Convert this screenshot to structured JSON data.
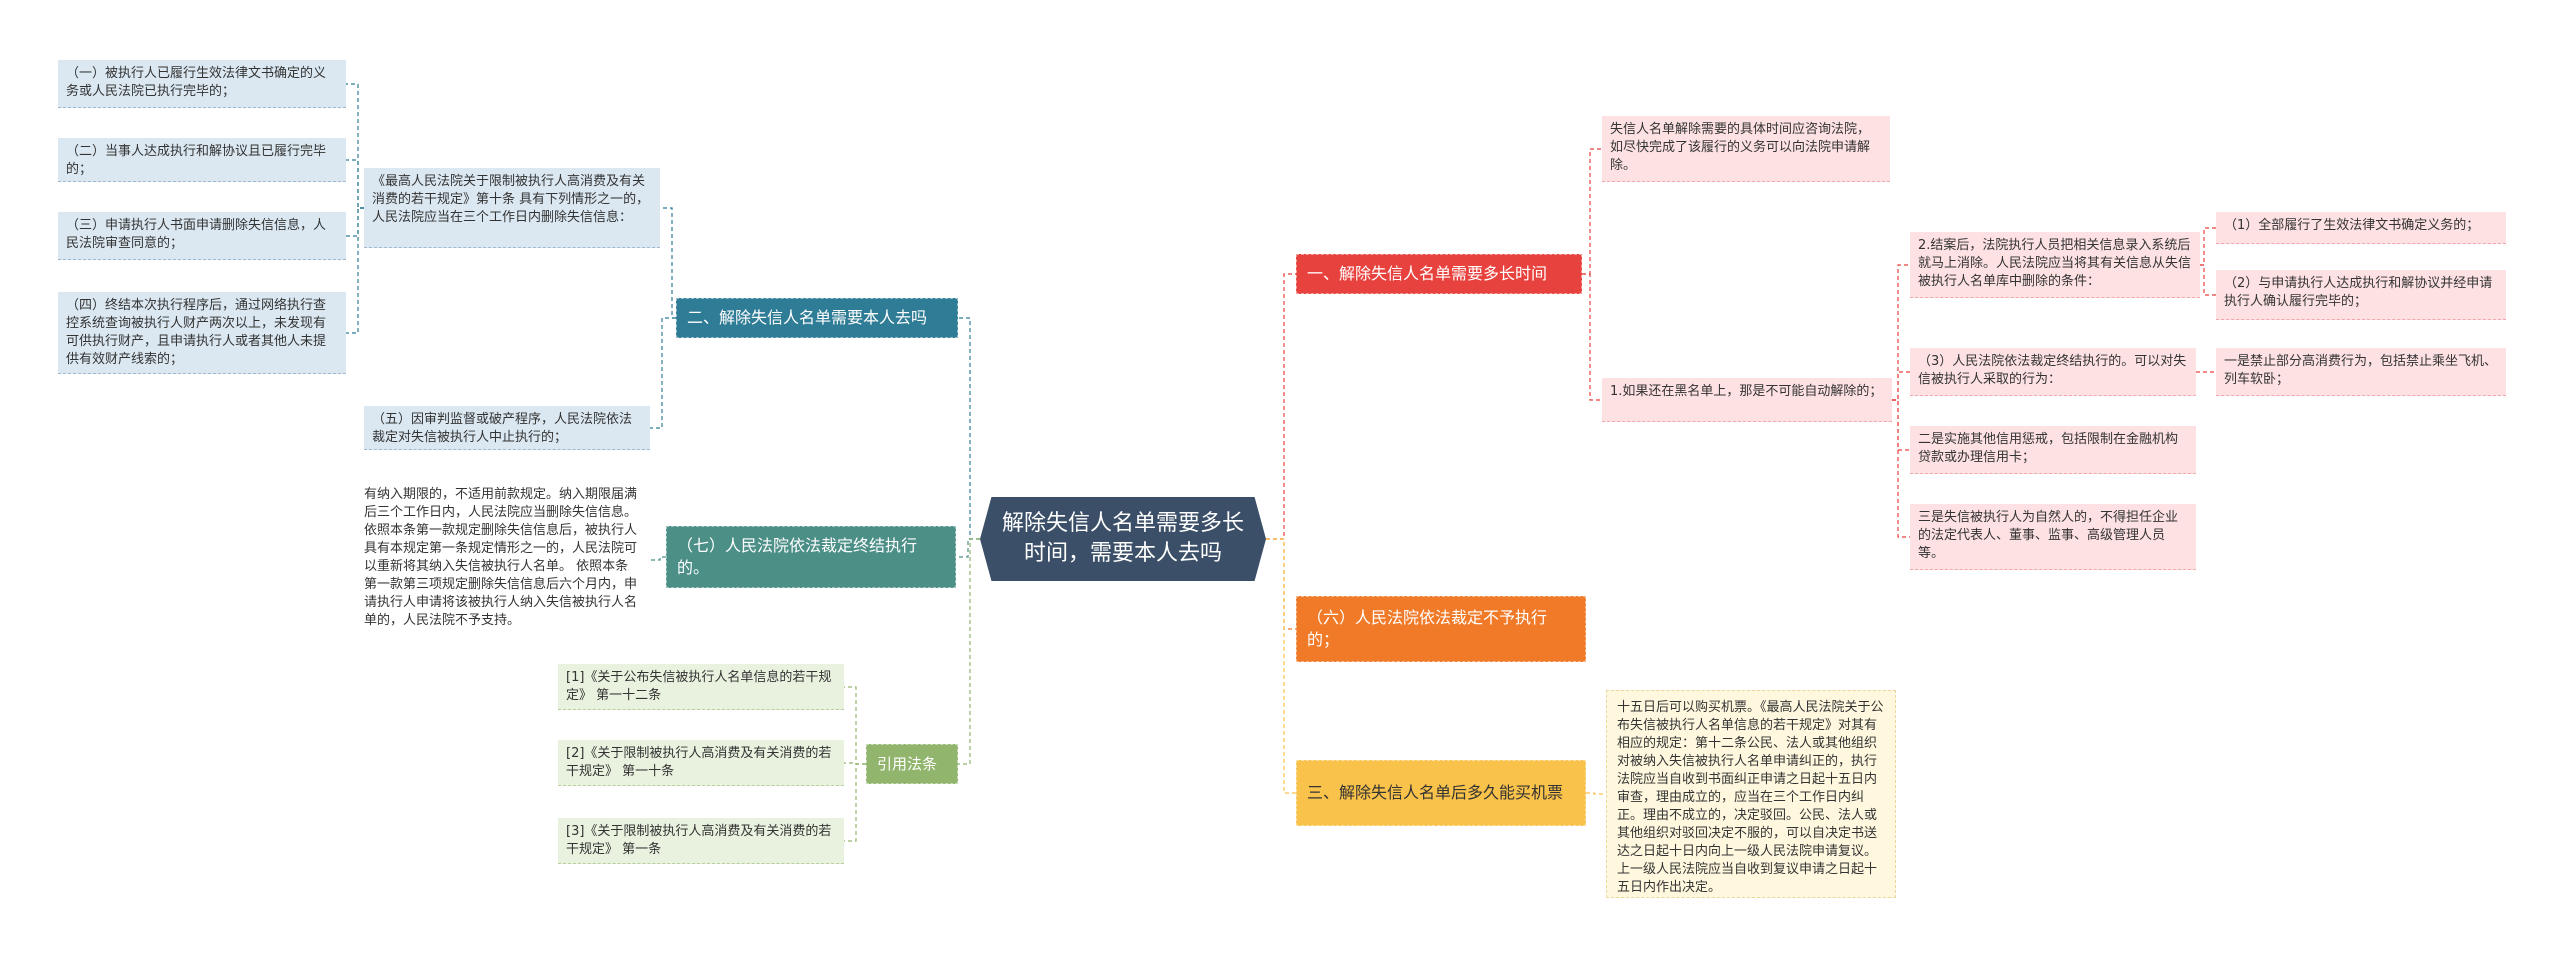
{
  "root": {
    "title": "解除失信人名单需要多长时间，需要本人去吗"
  },
  "left": {
    "b_visit": {
      "label": "二、解除失信人名单需要本人去吗",
      "intro": "《最高人民法院关于限制被执行人高消费及有关消费的若干规定》第十条 具有下列情形之一的，人民法院应当在三个工作日内删除失信信息：",
      "items": [
        "（一）被执行人已履行生效法律文书确定的义务或人民法院已执行完毕的；",
        "（二）当事人达成执行和解协议且已履行完毕的；",
        "（三）申请执行人书面申请删除失信信息，人民法院审查同意的；",
        "（四）终结本次执行程序后，通过网络执行查控系统查询被执行人财产两次以上，未发现有可供执行财产，且申请执行人或者其他人未提供有效财产线索的；"
      ],
      "item5": "（五）因审判监督或破产程序，人民法院依法裁定对失信被执行人中止执行的；"
    },
    "b_terminate": {
      "label": "（七）人民法院依法裁定终结执行的。",
      "detail": "有纳入期限的，不适用前款规定。纳入期限届满后三个工作日内，人民法院应当删除失信信息。 依照本条第一款规定删除失信信息后，被执行人具有本规定第一条规定情形之一的，人民法院可以重新将其纳入失信被执行人名单。 依照本条第一款第三项规定删除失信信息后六个月内，申请执行人申请将该被执行人纳入失信被执行人名单的，人民法院不予支持。"
    },
    "b_refs": {
      "label": "引用法条",
      "items": [
        "[1]《关于公布失信被执行人名单信息的若干规定》 第一十二条",
        "[2]《关于限制被执行人高消费及有关消费的若干规定》 第一十条",
        "[3]《关于限制被执行人高消费及有关消费的若干规定》 第一条"
      ]
    }
  },
  "right": {
    "b_time": {
      "label": "一、解除失信人名单需要多长时间",
      "consult": "失信人名单解除需要的具体时间应咨询法院，如尽快完成了该履行的义务可以向法院申请解除。",
      "blacklist": "1.如果还在黑名单上，那是不可能自动解除的；",
      "sub2": "2.结案后，法院执行人员把相关信息录入系统后就马上消除。人民法院应当将其有关信息从失信被执行人名单库中删除的条件：",
      "sub2_items": [
        "（1）全部履行了生效法律文书确定义务的；",
        "（2）与申请执行人达成执行和解协议并经申请执行人确认履行完毕的；"
      ],
      "sub3": "（3）人民法院依法裁定终结执行的。可以对失信被执行人采取的行为：",
      "sub3_item": "一是禁止部分高消费行为，包括禁止乘坐飞机、列车软卧；",
      "sub4": "二是实施其他信用惩戒，包括限制在金融机构贷款或办理信用卡；",
      "sub5": "三是失信被执行人为自然人的，不得担任企业的法定代表人、董事、监事、高级管理人员等。"
    },
    "b_six": {
      "label": "（六）人民法院依法裁定不予执行的；"
    },
    "b_ticket": {
      "label": "三、解除失信人名单后多久能买机票",
      "detail": "十五日后可以购买机票。《最高人民法院关于公布失信被执行人名单信息的若干规定》对其有相应的规定：第十二条公民、法人或其他组织对被纳入失信被执行人名单申请纠正的，执行法院应当自收到书面纠正申请之日起十五日内审查，理由成立的，应当在三个工作日内纠正。理由不成立的，决定驳回。公民、法人或其他组织对驳回决定不服的，可以自决定书送达之日起十日内向上一级人民法院申请复议。上一级人民法院应当自收到复议申请之日起十五日内作出决定。"
    }
  },
  "colors": {
    "root": "#3b5068",
    "teal": "#2f7c96",
    "green": "#4b8f87",
    "olive": "#92b56e",
    "red": "#e8423f",
    "orange": "#f07a28",
    "yellow": "#f9c24a"
  }
}
